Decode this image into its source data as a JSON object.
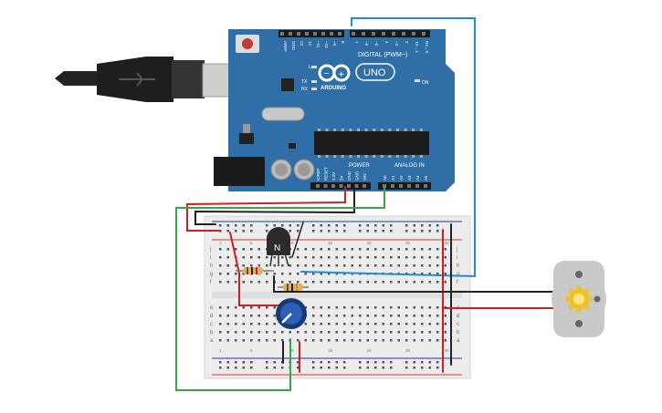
{
  "board": {
    "digital_label": "DIGITAL (PWM~)",
    "brand": "ARDUINO",
    "model": "UNO",
    "on_label": "ON",
    "power_label": "POWER",
    "analog_label": "ANALOG IN",
    "tx_label": "TX",
    "rx_label": "RX",
    "l_label": "L",
    "digital_pins": [
      "AREF",
      "GND",
      "13",
      "12",
      "~11",
      "~10",
      "~9",
      "8",
      "7",
      "~6",
      "~5",
      "4",
      "~3",
      "2",
      "TX→1",
      "RX←0"
    ],
    "power_pins": [
      "IOREF",
      "RESET",
      "3.3V",
      "5V",
      "GND",
      "GND",
      "VIN"
    ],
    "analog_pins": [
      "A0",
      "A1",
      "A2",
      "A3",
      "A4",
      "A5"
    ]
  },
  "breadboard": {
    "row_letters_top": [
      "j",
      "i",
      "h",
      "g",
      "f"
    ],
    "row_letters_bottom": [
      "e",
      "d",
      "c",
      "b",
      "a"
    ],
    "column_numbers": [
      "1",
      "5",
      "10",
      "15",
      "20",
      "25",
      "30"
    ]
  },
  "transistor": {
    "label": "N"
  },
  "colors": {
    "board_blue": "#2f6ea6",
    "wire_red": "#d11f1f",
    "wire_black": "#222222",
    "wire_green": "#35a64a",
    "wire_blue": "#1d8fd0",
    "breadboard": "#ececec",
    "motor_body": "#c9c9c9",
    "motor_gear": "#f0c22a"
  },
  "icons": [
    "usb-cable-icon",
    "motor-gear-icon",
    "arduino-infinity-logo-icon"
  ]
}
